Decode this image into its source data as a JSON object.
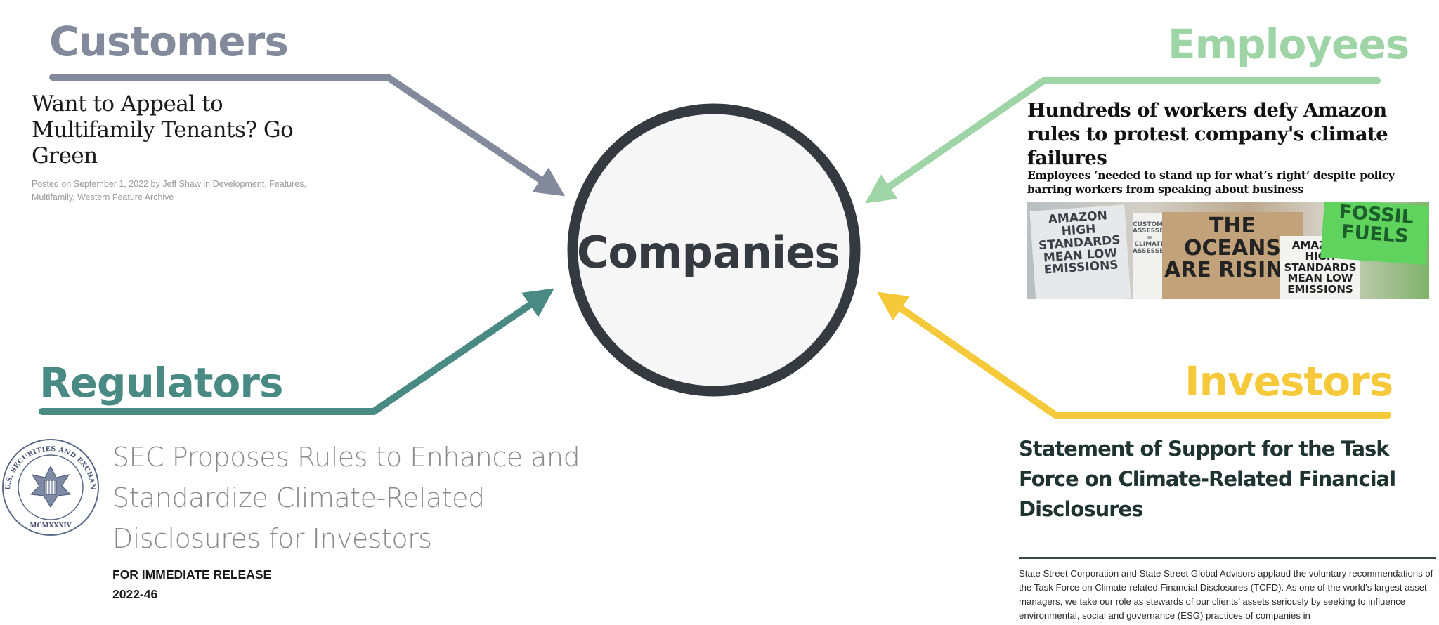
{
  "diagram": {
    "center": {
      "label": "Companies"
    },
    "stakeholders": [
      {
        "id": "customers",
        "label": "Customers",
        "color": "#838a9c"
      },
      {
        "id": "employees",
        "label": "Employees",
        "color": "#9fd4a6"
      },
      {
        "id": "regulators",
        "label": "Regulators",
        "color": "#4a8a84"
      },
      {
        "id": "investors",
        "label": "Investors",
        "color": "#f5c93a"
      }
    ],
    "center_circle": {
      "stroke": "#343a40",
      "fill": "#f5f6f5"
    }
  },
  "customers_article": {
    "headline": "Want to Appeal to Multifamily Tenants? Go Green",
    "meta": "Posted on September 1, 2022 by Jeff Shaw in Development, Features, Multifamily, Western Feature Archive"
  },
  "employees_article": {
    "headline": "Hundreds of workers defy Amazon rules to protest company's climate failures",
    "subhead": "Employees ‘needed to stand up for what’s right’ despite policy barring workers from speaking about business",
    "photo_signs": {
      "sign1": "AMAZON HIGH STANDARDS MEAN LOW EMISSIONS",
      "sign2": "CUSTOMERS ASSESSED = CLIMATE ASSESSED",
      "sign3": "THE OCEANS ARE RISING",
      "sign4": "AMAZON: HIGH STANDARDS MEAN LOW EMISSIONS",
      "sign5": "FOSSIL FUELS"
    }
  },
  "regulators_article": {
    "seal_text": "U.S. SECURITIES AND EXCHANGE COMMISSION",
    "seal_year": "MCMXXXIV",
    "headline": "SEC Proposes Rules to Enhance and Standardize Climate-Related Disclosures for Investors",
    "release_label": "FOR IMMEDIATE RELEASE",
    "release_number": "2022-46"
  },
  "investors_article": {
    "headline": "Statement of Support for the Task Force on Climate-Related Financial Disclosures",
    "body": "State Street Corporation and State Street Global Advisors applaud the voluntary recommendations of the Task Force on Climate-related Financial Disclosures (TCFD). As one of the world’s largest asset managers, we take our role as stewards of our clients’ assets seriously by seeking to influence environmental, social and governance (ESG) practices of companies in"
  }
}
